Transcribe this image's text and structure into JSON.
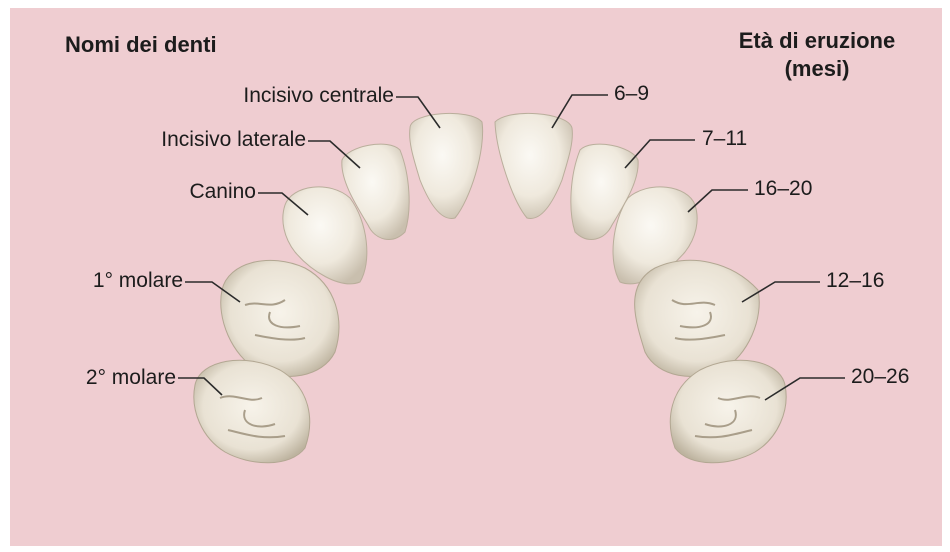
{
  "header": {
    "left_title": "Nomi dei denti",
    "right_title_line1": "Età di eruzione",
    "right_title_line2": "(mesi)"
  },
  "teeth": [
    {
      "name": "Incisivo centrale",
      "age": "6–9"
    },
    {
      "name": "Incisivo laterale",
      "age": "7–11"
    },
    {
      "name": "Canino",
      "age": "16–20"
    },
    {
      "name": "1° molare",
      "age": "12–16"
    },
    {
      "name": "2° molare",
      "age": "20–26"
    }
  ],
  "colors": {
    "background": "#efcdd1",
    "tooth": "#f3efe6",
    "tooth_shadow": "#cfc6b6",
    "leader_line": "#2b2b2b"
  }
}
